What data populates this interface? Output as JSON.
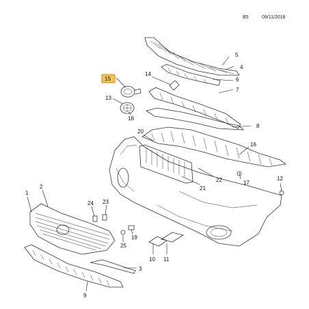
{
  "header": {
    "code": "B5",
    "date": "09/11/2018"
  },
  "highlight": {
    "label": "15",
    "color": "#f3c64b"
  },
  "callouts": [
    "1",
    "2",
    "3",
    "4",
    "5",
    "6",
    "7",
    "8",
    "9",
    "10",
    "11",
    "12",
    "13",
    "14",
    "15",
    "16",
    "17",
    "18",
    "19",
    "20",
    "21",
    "22",
    "23",
    "24",
    "25"
  ]
}
